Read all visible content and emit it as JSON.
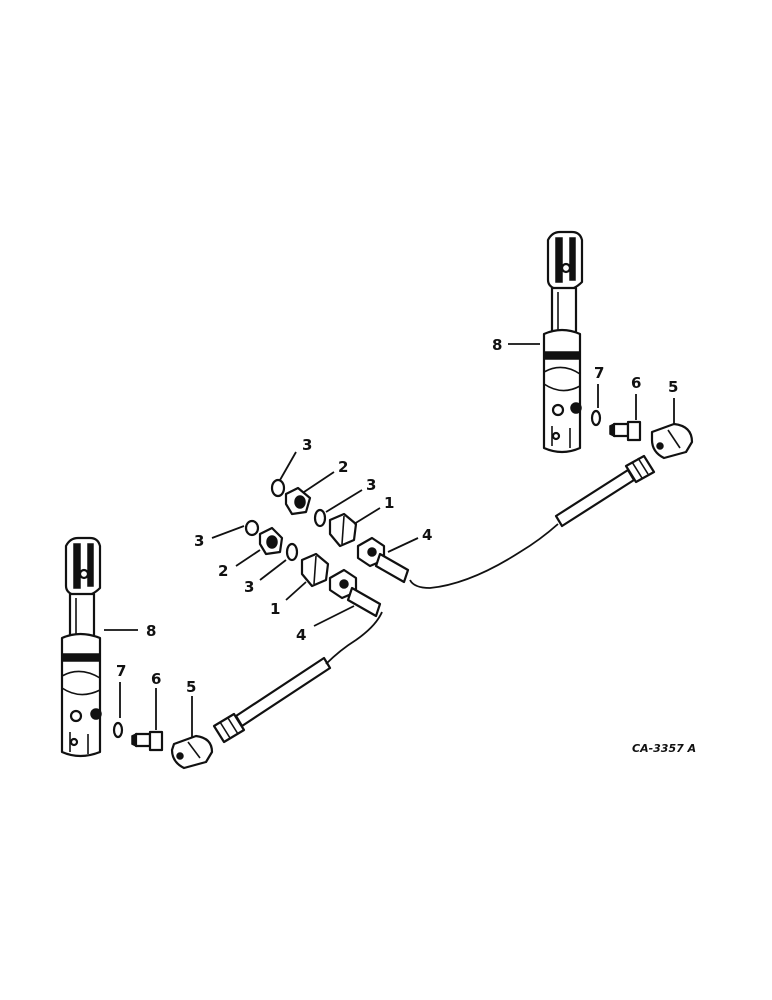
{
  "diagram": {
    "reference_code": "CA-3357 A",
    "callouts": {
      "right_cylinder": "8",
      "right_washer": "7",
      "right_fitting": "6",
      "right_elbow": "5",
      "upper_washer_top": "3",
      "upper_adapter": "2",
      "upper_washer_mid": "3",
      "upper_nut": "1",
      "upper_hose": "4",
      "lower_washer_top": "3",
      "lower_adapter": "2",
      "lower_washer_mid": "3",
      "lower_nut": "1",
      "lower_hose": "4",
      "left_cylinder": "8",
      "left_washer": "7",
      "left_fitting": "6",
      "left_elbow": "5"
    }
  }
}
